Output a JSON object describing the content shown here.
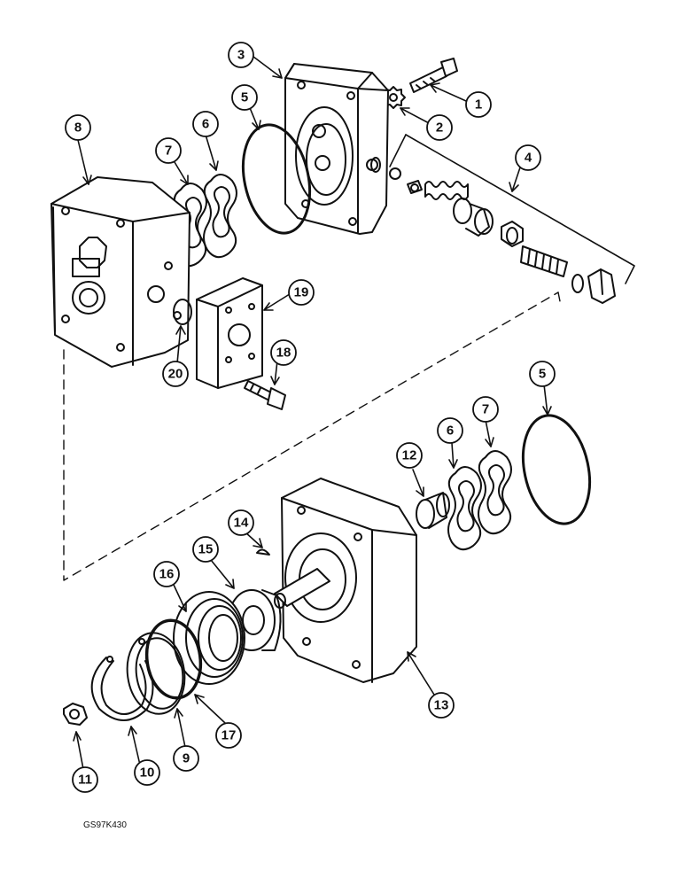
{
  "figure_code": "GS97K430",
  "callouts": [
    "1",
    "2",
    "3",
    "4",
    "5",
    "5",
    "6",
    "6",
    "7",
    "7",
    "8",
    "9",
    "10",
    "11",
    "12",
    "13",
    "14",
    "15",
    "16",
    "17",
    "18",
    "19",
    "20"
  ],
  "colors": {
    "ink": "#111111",
    "paper": "#ffffff"
  }
}
